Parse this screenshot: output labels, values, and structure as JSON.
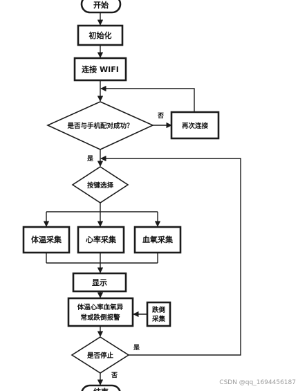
{
  "nodes": {
    "start": "开始",
    "init": "初始化",
    "wifi": "连接 WIFI",
    "pair_question": "是否与手机配对成功？",
    "reconnect": "再次连接",
    "key_select": "按键选择",
    "temp": "体温采集",
    "heart": "心率采集",
    "oxygen": "血氧采集",
    "display": "显示",
    "alarm_line1": "体温心率血氧异",
    "alarm_line2": "常或跌倒报警",
    "fall_line1": "跌倒",
    "fall_line2": "采集",
    "stop_question": "是否停止",
    "end": "结束"
  },
  "edges": {
    "pair_no": "否",
    "pair_yes": "是",
    "stop_yes": "是",
    "stop_no": "否"
  },
  "watermark": "CSDN @qq_1694456187"
}
